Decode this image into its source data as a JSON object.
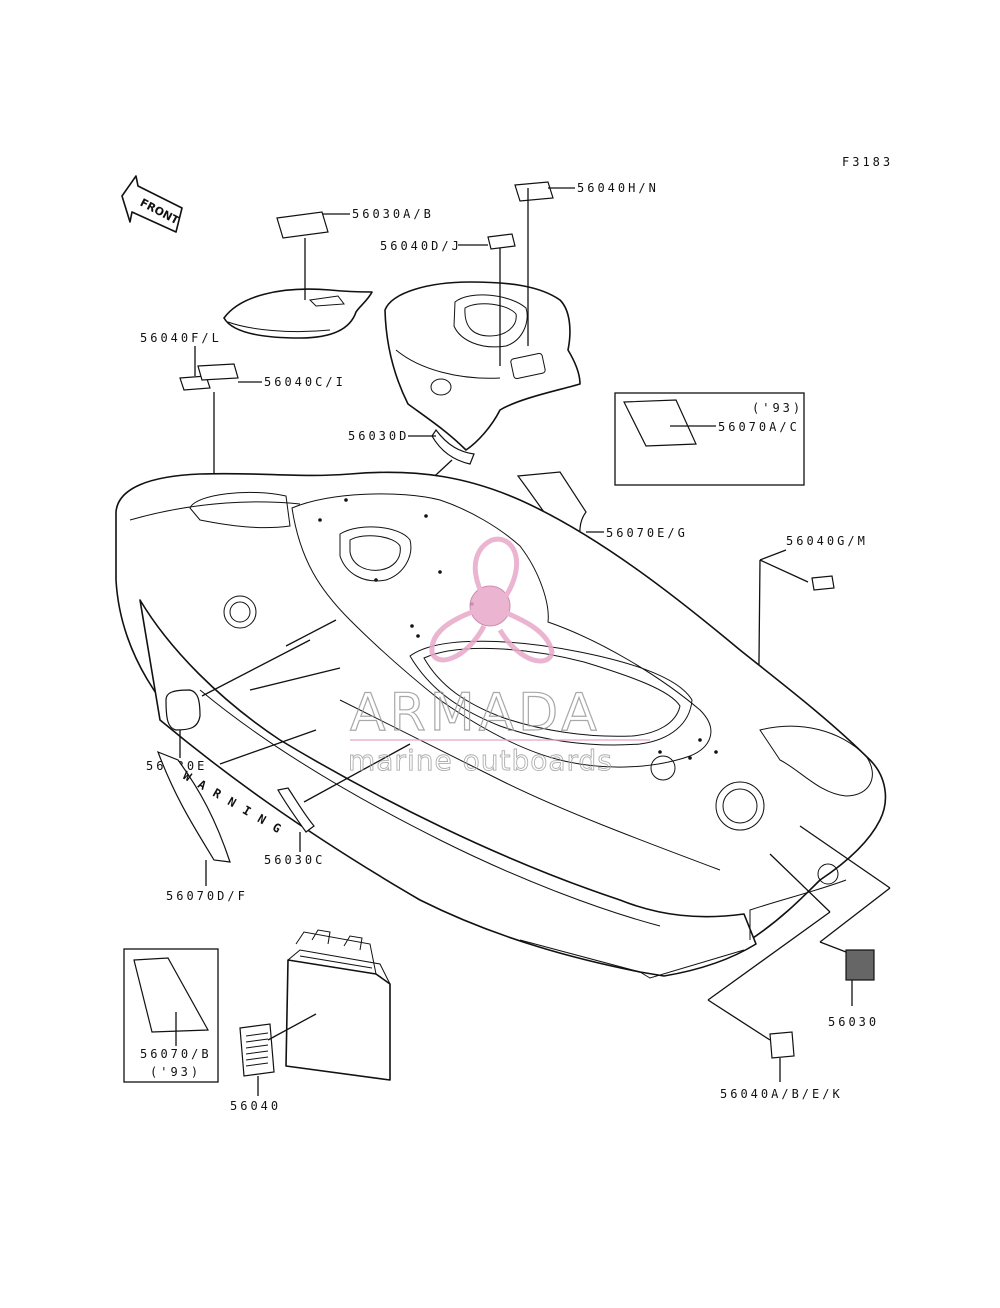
{
  "figure_code": "F3183",
  "front_label": "FRONT",
  "callouts": {
    "c56040HN": "56040H/N",
    "c56030AB": "56030A/B",
    "c56040DJ": "56040D/J",
    "c56040FL": "56040F/L",
    "c56040CI": "56040C/I",
    "c56070AC": "56070A/C",
    "year_inset_top": "('93)",
    "c56030D": "56030D",
    "c56070EG": "56070E/G",
    "c56040GM": "56040G/M",
    "c56030E": "56030E",
    "c56030C": "56030C",
    "c56070DF": "56070D/F",
    "c56070B": "56070/B",
    "year_inset_bottom": "('93)",
    "c56040": "56040",
    "c56030": "56030",
    "c56040ABEK": "56040A/B/E/K"
  },
  "warning_text": "WARNING",
  "watermark": {
    "brand": "ARMADA",
    "tagline": "marine outboards",
    "accent": "#e8a8c8"
  }
}
